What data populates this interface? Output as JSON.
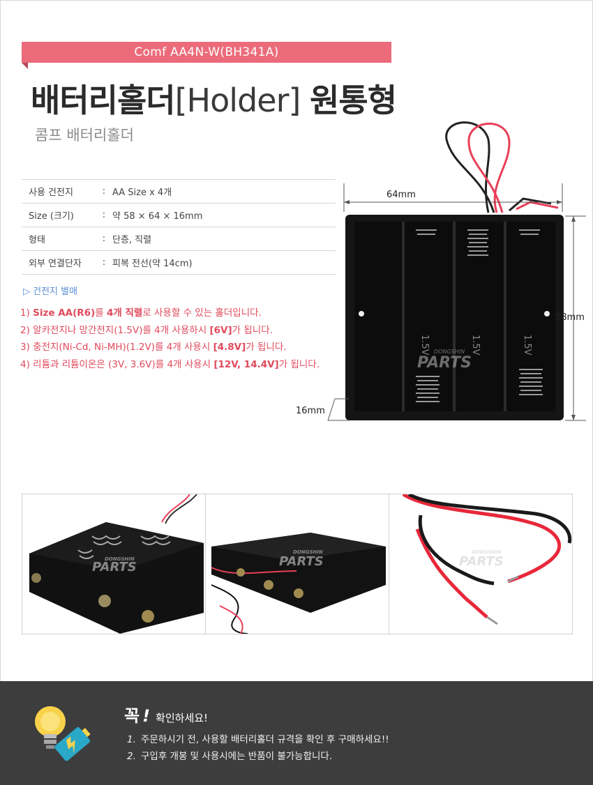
{
  "header": {
    "model": "Comf AA4N-W(BH341A)",
    "title_bold": "배터리홀더",
    "title_light": "[Holder]",
    "title_bold2": "원통형",
    "subtitle": "콤프 배터리홀더"
  },
  "specs": [
    {
      "key": "사용 건전지",
      "value": "AA Size x 4개"
    },
    {
      "key": "Size (크기)",
      "value": "약 58 × 64 × 16mm"
    },
    {
      "key": "형태",
      "value": "단층, 직렬"
    },
    {
      "key": "외부 연결단자",
      "value": "피복 전선(약 14cm)"
    }
  ],
  "spec_colon": ":",
  "battery_note": "▷ 건전지 별매",
  "notes": {
    "n1_a": "1) ",
    "n1_b": "Size AA(R6)",
    "n1_c": "를 ",
    "n1_d": "4개 직렬",
    "n1_e": "로 사용할 수 있는 홀더입니다.",
    "n2_a": "2) 알카전지나 망간전지(1.5V)를 4개 사용하시 ",
    "n2_b": "[6V]",
    "n2_c": "가 됩니다.",
    "n3_a": "3) 충전지(Ni-Cd, Ni-MH)(1.2V)를 4개 사용시 ",
    "n3_b": "[4.8V]",
    "n3_c": "가 됩니다.",
    "n4_a": "4) 리튬과 리튬이온은 (3V, 3.6V)를 4개 사용시 ",
    "n4_b": "[12V, 14.4V]",
    "n4_c": "가 됩니다."
  },
  "dimensions": {
    "width": "64mm",
    "height": "58mm",
    "depth": "16mm"
  },
  "cell_label": "1.5V",
  "watermark": {
    "top": "DONGSHIN",
    "main": "PARTS"
  },
  "footer": {
    "head": "꼭",
    "exclaim": "!",
    "sub": "확인하세요!",
    "items": [
      {
        "num": "1.",
        "text": "주문하시기 전, 사용할 배터리홀더 규격을 확인 후 구매하세요!!"
      },
      {
        "num": "2.",
        "text": "구입후 개봉 및 사용시에는 반품이 불가능합니다."
      }
    ]
  },
  "colors": {
    "accent": "#ec6b7a",
    "note_red": "#e04a5c",
    "link_blue": "#5b8fd6",
    "footer_bg": "#3d3d3d"
  }
}
